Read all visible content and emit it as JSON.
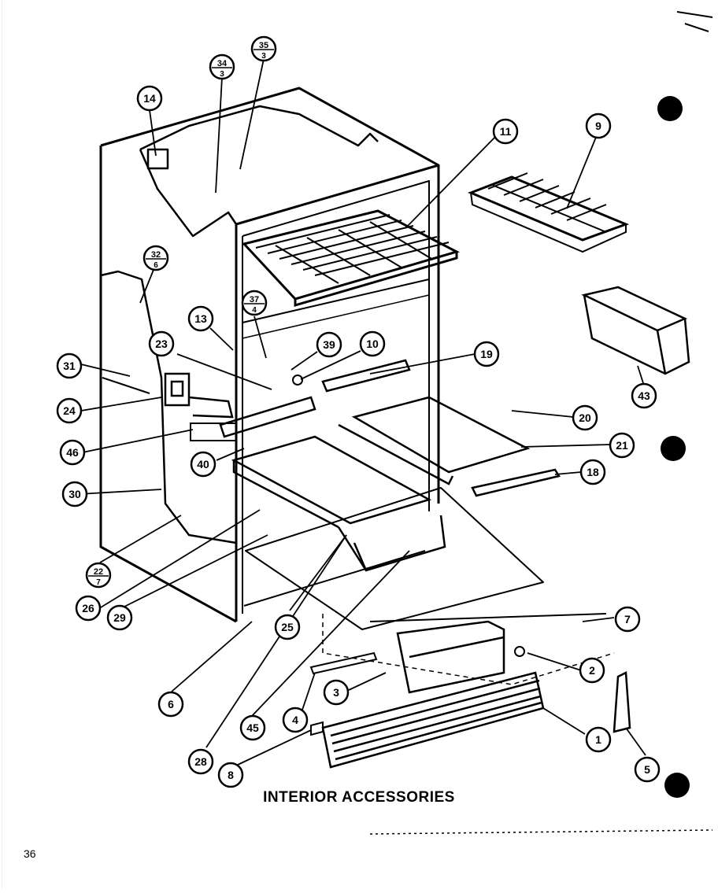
{
  "caption": "INTERIOR ACCESSORIES",
  "page_number": "36",
  "callouts": [
    {
      "id": "c14",
      "label": "14"
    },
    {
      "id": "c34",
      "label": "34",
      "sub": "3"
    },
    {
      "id": "c35",
      "label": "35",
      "sub": "3"
    },
    {
      "id": "c11",
      "label": "11"
    },
    {
      "id": "c9",
      "label": "9"
    },
    {
      "id": "c32",
      "label": "32",
      "sub": "6"
    },
    {
      "id": "c37",
      "label": "37",
      "sub": "4"
    },
    {
      "id": "c13",
      "label": "13"
    },
    {
      "id": "c23",
      "label": "23"
    },
    {
      "id": "c39",
      "label": "39"
    },
    {
      "id": "c10",
      "label": "10"
    },
    {
      "id": "c19",
      "label": "19"
    },
    {
      "id": "c43",
      "label": "43"
    },
    {
      "id": "c31",
      "label": "31"
    },
    {
      "id": "c24",
      "label": "24"
    },
    {
      "id": "c20",
      "label": "20"
    },
    {
      "id": "c21",
      "label": "21"
    },
    {
      "id": "c46",
      "label": "46"
    },
    {
      "id": "c40",
      "label": "40"
    },
    {
      "id": "c18",
      "label": "18"
    },
    {
      "id": "c30",
      "label": "30"
    },
    {
      "id": "c22",
      "label": "22",
      "sub": "7"
    },
    {
      "id": "c26",
      "label": "26"
    },
    {
      "id": "c29",
      "label": "29"
    },
    {
      "id": "c25",
      "label": "25"
    },
    {
      "id": "c7",
      "label": "7"
    },
    {
      "id": "c2",
      "label": "2"
    },
    {
      "id": "c3",
      "label": "3"
    },
    {
      "id": "c6",
      "label": "6"
    },
    {
      "id": "c4",
      "label": "4"
    },
    {
      "id": "c45",
      "label": "45"
    },
    {
      "id": "c1",
      "label": "1"
    },
    {
      "id": "c5",
      "label": "5"
    },
    {
      "id": "c28",
      "label": "28"
    },
    {
      "id": "c8",
      "label": "8"
    }
  ]
}
